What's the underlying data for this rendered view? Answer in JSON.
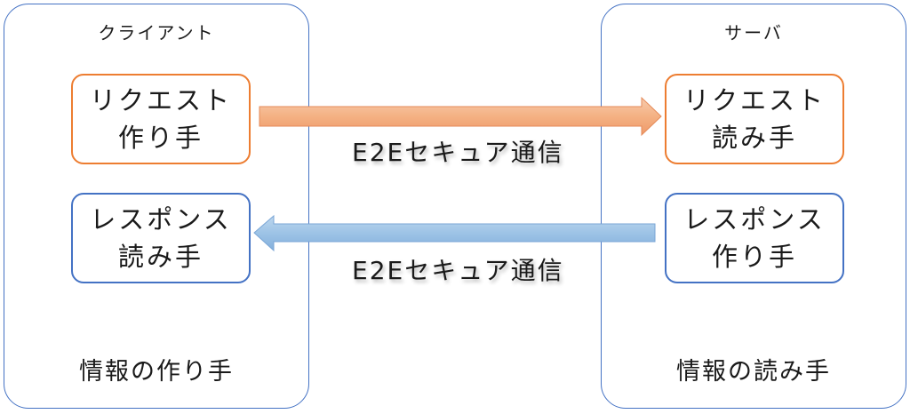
{
  "colors": {
    "panel_border": "#4472c4",
    "request_border": "#ed7d31",
    "response_border": "#4472c4",
    "request_arrow": "#f4b183",
    "response_arrow": "#9dc3e6"
  },
  "client": {
    "title": "クライアント",
    "request_box": {
      "line1": "リクエスト",
      "line2": "作り手"
    },
    "response_box": {
      "line1": "レスポンス",
      "line2": "読み手"
    },
    "role": "情報の作り手"
  },
  "server": {
    "title": "サーバ",
    "request_box": {
      "line1": "リクエスト",
      "line2": "読み手"
    },
    "response_box": {
      "line1": "レスポンス",
      "line2": "作り手"
    },
    "role": "情報の読み手"
  },
  "channels": {
    "request_label": "E2Eセキュア通信",
    "response_label": "E2Eセキュア通信"
  }
}
